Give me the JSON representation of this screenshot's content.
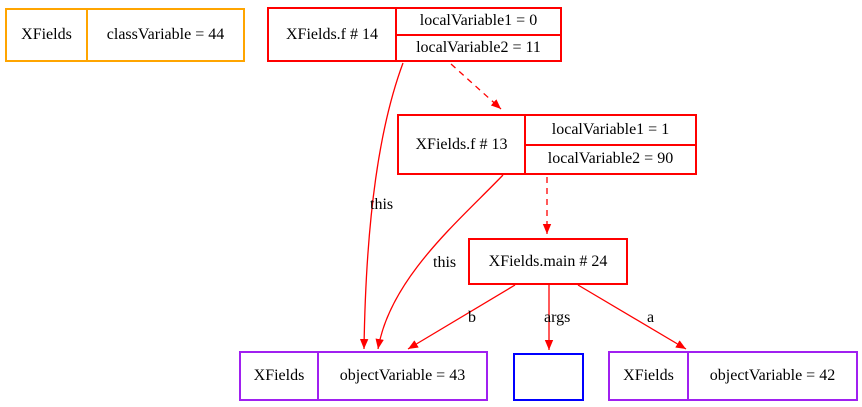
{
  "diagram": {
    "type": "object-graph",
    "background": "#ffffff",
    "colors": {
      "frame_border": "#ff0000",
      "static_class_border": "#ffa500",
      "object_border": "#a020f0",
      "empty_box_border": "#0000ff",
      "edge": "#ff0000",
      "text": "#000000"
    },
    "nodes": {
      "static_class": {
        "class_name": "XFields",
        "field": "classVariable = 44"
      },
      "frame_f14": {
        "title": "XFields.f # 14",
        "local1": "localVariable1 = 0",
        "local2": "localVariable2 = 11"
      },
      "frame_f13": {
        "title": "XFields.f # 13",
        "local1": "localVariable1 = 1",
        "local2": "localVariable2 = 90"
      },
      "frame_main": {
        "title": "XFields.main # 24"
      },
      "object_43": {
        "class_name": "XFields",
        "field": "objectVariable = 43"
      },
      "object_42": {
        "class_name": "XFields",
        "field": "objectVariable = 42"
      }
    },
    "edges": {
      "f14_this": {
        "label": "this"
      },
      "f13_this": {
        "label": "this"
      },
      "main_b": {
        "label": "b"
      },
      "main_args": {
        "label": "args"
      },
      "main_a": {
        "label": "a"
      }
    }
  }
}
